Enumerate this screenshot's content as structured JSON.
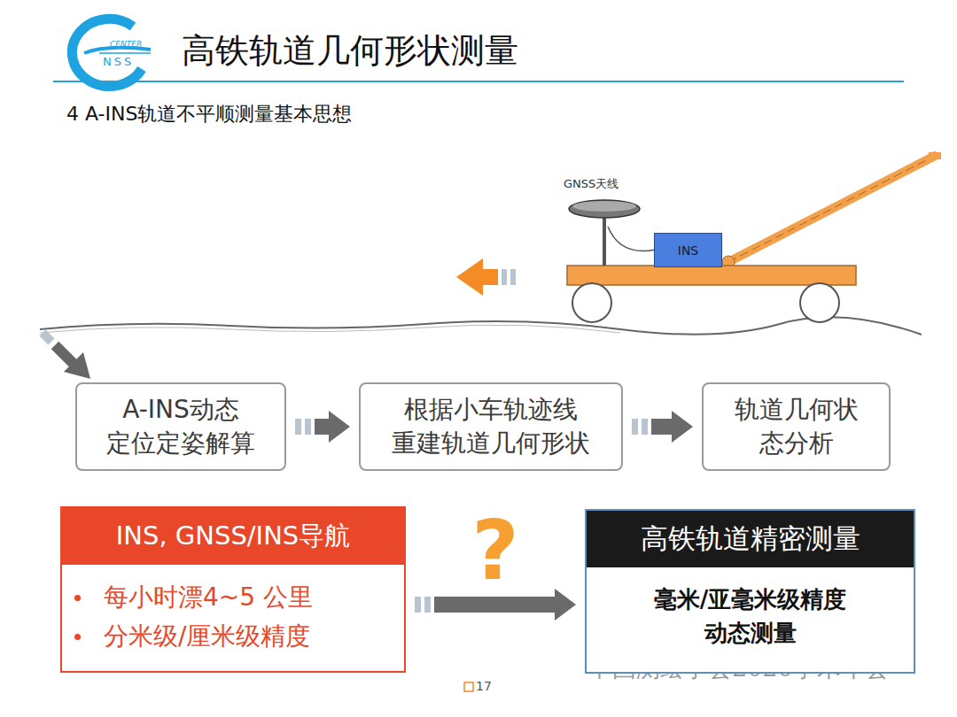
{
  "diagram": {
    "title": "高铁轨道几何形状测量",
    "nodes": [
      {
        "text": [
          "INS"
        ]
      },
      {
        "text": [
          "A-INS动态 定位定姿解算"
        ]
      },
      {
        "text": [
          "根据小车轨迹线 重建轨道几何形状"
        ]
      },
      {
        "text": [
          "轨道几何状 态分析"
        ]
      },
      {
        "text": [
          "INS, GNSS/INS导航",
          "每小时漂4~5 公里",
          "分米级/厘米级精度"
        ]
      },
      {
        "text": [
          "高铁轨道精密测量",
          "毫米/亚毫米级精度 动态测量"
        ]
      }
    ],
    "edges": [
      {
        "from": 1,
        "to": 2,
        "arrow": "to"
      },
      {
        "from": 2,
        "to": 3,
        "arrow": "to"
      },
      {
        "from": 4,
        "to": 5,
        "label": "?",
        "arrow": "to"
      }
    ],
    "labels": [
      "CENTER",
      "NSS",
      "4 A-INS轨道不平顺测量基本思想",
      "GNSS天线",
      "中国测绘学会2020学术年会",
      "17"
    ]
  }
}
